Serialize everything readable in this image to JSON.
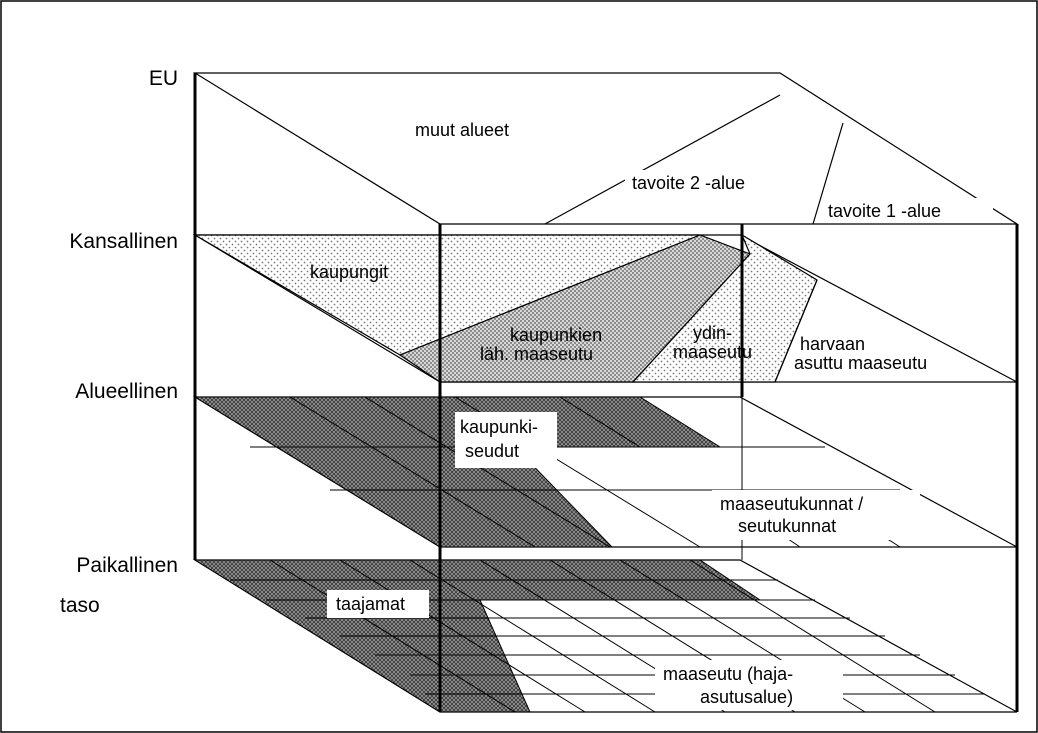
{
  "levels": {
    "eu": "EU",
    "national": "Kansallinen",
    "regional": "Alueellinen",
    "local_line1": "Paikallinen",
    "local_line2": "taso"
  },
  "regions": {
    "other_areas": "muut alueet",
    "objective2": "tavoite 2 -alue",
    "objective1": "tavoite 1 -alue",
    "cities": "kaupungit",
    "urban_adjacent_line1": "kaupunkien",
    "urban_adjacent_line2": "läh. maaseutu",
    "core_rural_line1": "ydin-",
    "core_rural_line2": "maaseutu",
    "sparse_rural_line1": "harvaan",
    "sparse_rural_line2": "asuttu maaseutu",
    "urban_regions_line1": "kaupunki-",
    "urban_regions_line2": "seudut",
    "rural_municipalities_line1": "maaseutukunnat /",
    "rural_municipalities_line2": "seutukunnat",
    "agglomerations": "taajamat",
    "countryside_line1": "maaseutu (haja-",
    "countryside_line2": "asutusalue)"
  },
  "colors": {
    "line": "#000000",
    "light_dots": "#7a7a7a",
    "dense_dots": "#5a5a5a",
    "cross_hatch": "#444444",
    "background": "#ffffff"
  }
}
